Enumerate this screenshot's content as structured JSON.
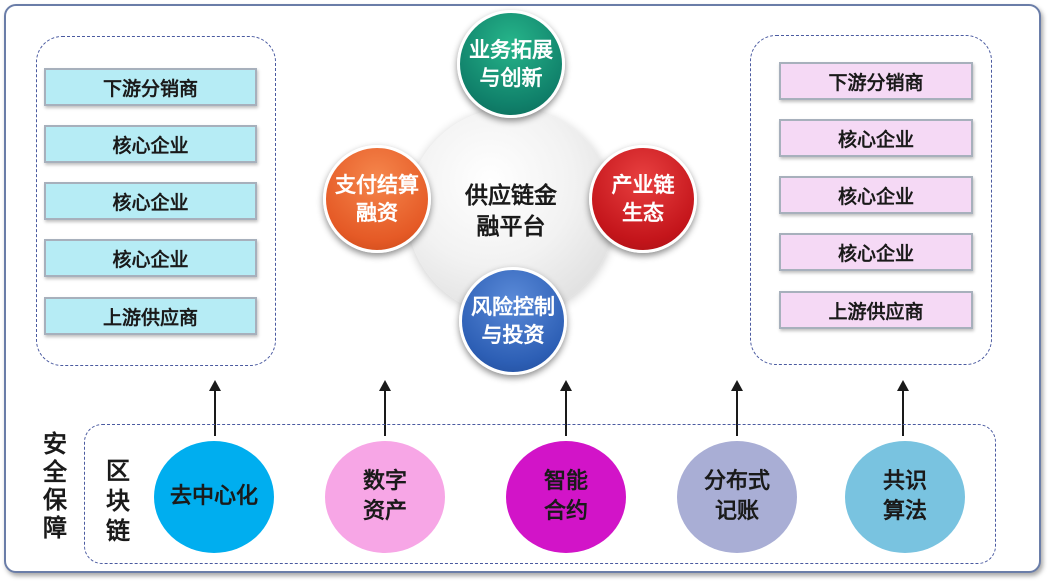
{
  "left_panel": {
    "items": [
      "下游分销商",
      "核心企业",
      "核心企业",
      "核心企业",
      "上游供应商"
    ]
  },
  "right_panel": {
    "items": [
      "下游分销商",
      "核心企业",
      "核心企业",
      "核心企业",
      "上游供应商"
    ]
  },
  "hub": {
    "label": "供应链金\n融平台",
    "satellites": {
      "top": "业务拓展\n与创新",
      "left": "支付结算\n融资",
      "right": "产业链\n生态",
      "bottom": "风险控制\n与投资"
    }
  },
  "blockchain": {
    "label": [
      "区",
      "块",
      "链"
    ],
    "features": [
      "去中心化",
      "数字\n资产",
      "智能\n合约",
      "分布式\n记账",
      "共识\n算法"
    ]
  },
  "security": {
    "label": [
      "安",
      "全",
      "保",
      "障"
    ]
  },
  "colors": {
    "left_box": "#b6ecf5",
    "right_box": "#f5d9f5",
    "business": "#10806a",
    "payment": "#e55a26",
    "industry": "#c4151b",
    "risk": "#2d5fb5",
    "decentralized": "#00aeef",
    "digital_assets": "#f7a6e6",
    "smart_contract": "#d214c8",
    "distributed_ledger": "#a9aed5",
    "consensus": "#79c3e0"
  }
}
